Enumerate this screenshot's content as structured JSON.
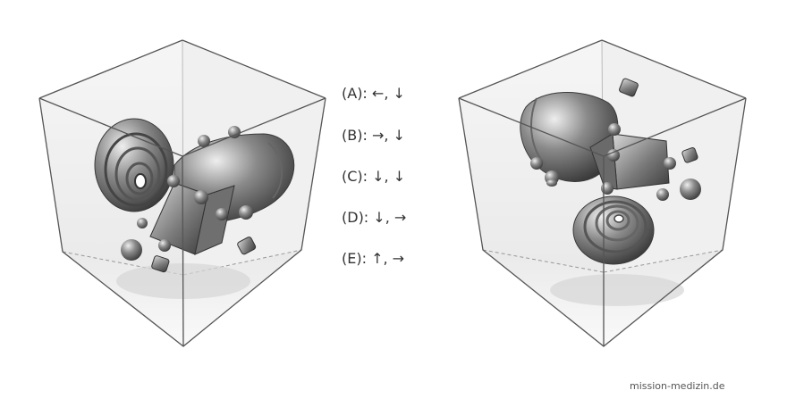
{
  "options": [
    {
      "label": "(A): ←, ↓"
    },
    {
      "label": "(B): →, ↓"
    },
    {
      "label": "(C): ↓, ↓"
    },
    {
      "label": "(D): ↓, →"
    },
    {
      "label": "(E): ↑, →"
    }
  ],
  "credit": "mission-medizin.de"
}
